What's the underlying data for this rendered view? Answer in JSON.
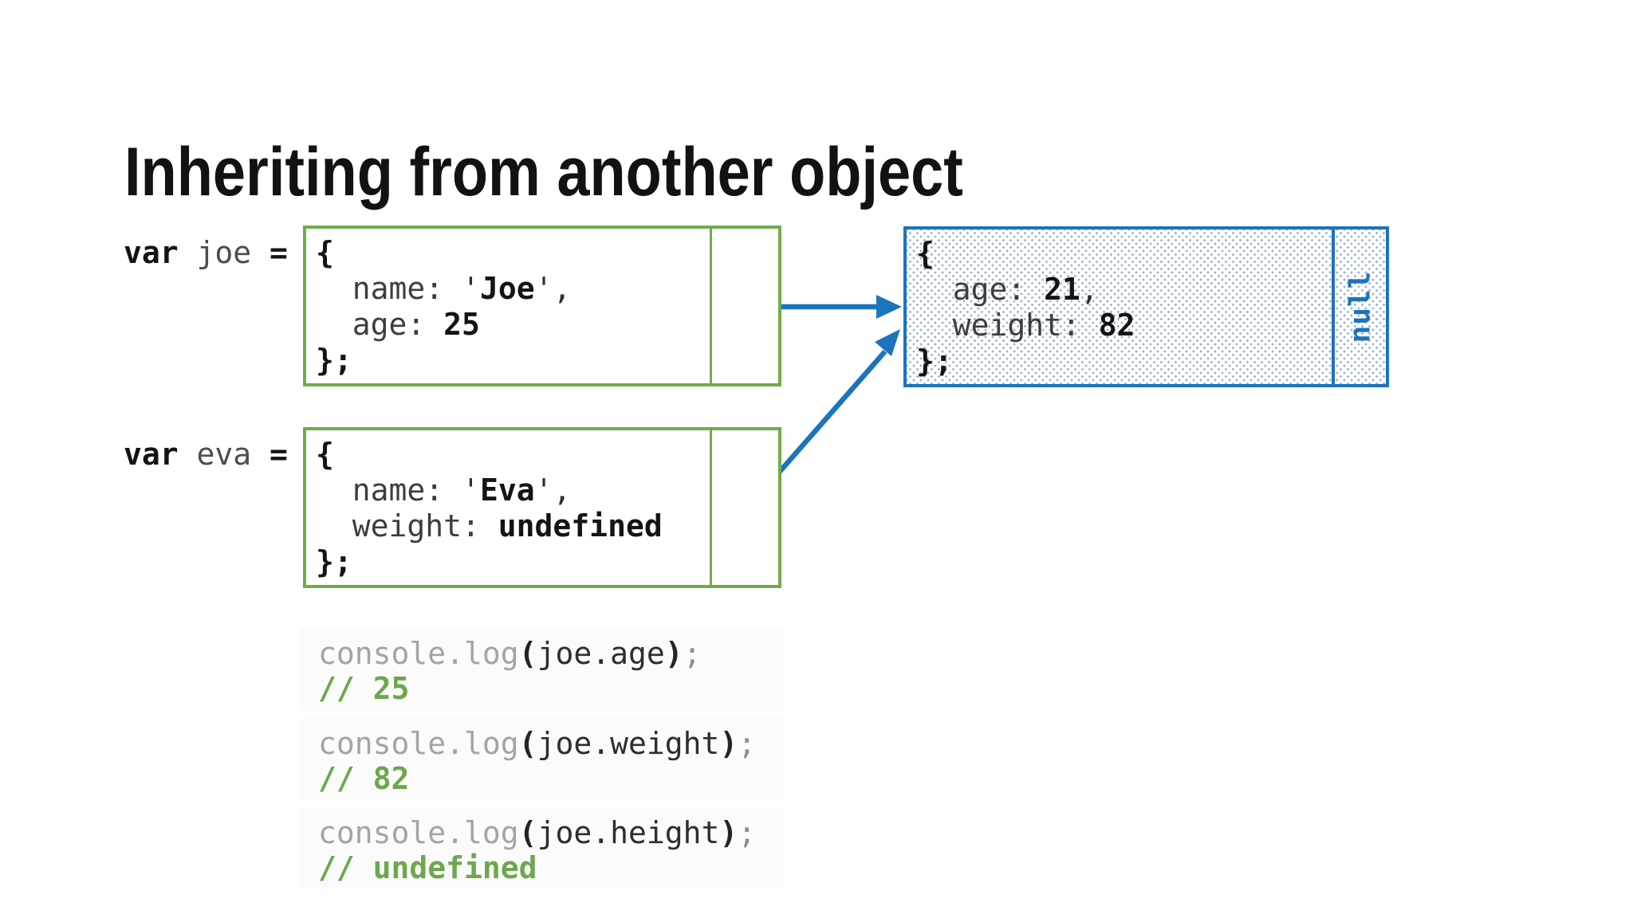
{
  "slide": {
    "title": "Inheriting from another object"
  },
  "palette": {
    "green": "#71AC4C",
    "blue": "#1B74BC",
    "dot-blue": "#9AAFD3",
    "comment": "#6CA84C",
    "fn-gray": "#A4A4A4",
    "semi-gray": "#8E8E8E",
    "key": "#3D3D3D",
    "plain": "#2E2E2E",
    "value": "#141414",
    "varname": "#4D4D4D",
    "card-bg": "#FBFBFB",
    "title": "#121212"
  },
  "objects": {
    "joe": {
      "var_label": [
        {
          "t": "var ",
          "s": "kw"
        },
        {
          "t": "joe ",
          "s": "varname"
        },
        {
          "t": "=",
          "s": "kw"
        }
      ],
      "code": [
        [
          {
            "t": "{",
            "s": "brace"
          }
        ],
        [
          {
            "t": "  ",
            "s": "plain"
          },
          {
            "t": "name: ",
            "s": "key"
          },
          {
            "t": "'",
            "s": "plain"
          },
          {
            "t": "Joe",
            "s": "val"
          },
          {
            "t": "',",
            "s": "plain"
          }
        ],
        [
          {
            "t": "  ",
            "s": "plain"
          },
          {
            "t": "age: ",
            "s": "key"
          },
          {
            "t": "25",
            "s": "val"
          }
        ],
        [
          {
            "t": "};",
            "s": "brace"
          }
        ]
      ]
    },
    "eva": {
      "var_label": [
        {
          "t": "var ",
          "s": "kw"
        },
        {
          "t": "eva ",
          "s": "varname"
        },
        {
          "t": "=",
          "s": "kw"
        }
      ],
      "code": [
        [
          {
            "t": "{",
            "s": "brace"
          }
        ],
        [
          {
            "t": "  ",
            "s": "plain"
          },
          {
            "t": "name: ",
            "s": "key"
          },
          {
            "t": "'",
            "s": "plain"
          },
          {
            "t": "Eva",
            "s": "val"
          },
          {
            "t": "',",
            "s": "plain"
          }
        ],
        [
          {
            "t": "  ",
            "s": "plain"
          },
          {
            "t": "weight: ",
            "s": "key"
          },
          {
            "t": "undefined",
            "s": "val"
          }
        ],
        [
          {
            "t": "};",
            "s": "brace"
          }
        ]
      ]
    },
    "prototype": {
      "code": [
        [
          {
            "t": "{",
            "s": "brace"
          }
        ],
        [
          {
            "t": "  ",
            "s": "plain"
          },
          {
            "t": "age: ",
            "s": "key"
          },
          {
            "t": "21",
            "s": "val"
          },
          {
            "t": ",",
            "s": "plain"
          }
        ],
        [
          {
            "t": "  ",
            "s": "plain"
          },
          {
            "t": "weight: ",
            "s": "key"
          },
          {
            "t": "82",
            "s": "val"
          }
        ],
        [
          {
            "t": "};",
            "s": "brace"
          }
        ]
      ],
      "proto_slot": "null"
    }
  },
  "console_output": [
    {
      "code": [
        {
          "t": "console.log",
          "s": "fn"
        },
        {
          "t": "(",
          "s": "paren"
        },
        {
          "t": "joe.age",
          "s": "arg"
        },
        {
          "t": ")",
          "s": "paren"
        },
        {
          "t": ";",
          "s": "semi"
        }
      ],
      "result": [
        {
          "t": "// 25",
          "s": "comment"
        }
      ]
    },
    {
      "code": [
        {
          "t": "console.log",
          "s": "fn"
        },
        {
          "t": "(",
          "s": "paren"
        },
        {
          "t": "joe.weight",
          "s": "arg"
        },
        {
          "t": ")",
          "s": "paren"
        },
        {
          "t": ";",
          "s": "semi"
        }
      ],
      "result": [
        {
          "t": "// 82",
          "s": "comment"
        }
      ]
    },
    {
      "code": [
        {
          "t": "console.log",
          "s": "fn"
        },
        {
          "t": "(",
          "s": "paren"
        },
        {
          "t": "joe.height",
          "s": "arg"
        },
        {
          "t": ")",
          "s": "paren"
        },
        {
          "t": ";",
          "s": "semi"
        }
      ],
      "result": [
        {
          "t": "// undefined",
          "s": "comment"
        }
      ]
    }
  ]
}
